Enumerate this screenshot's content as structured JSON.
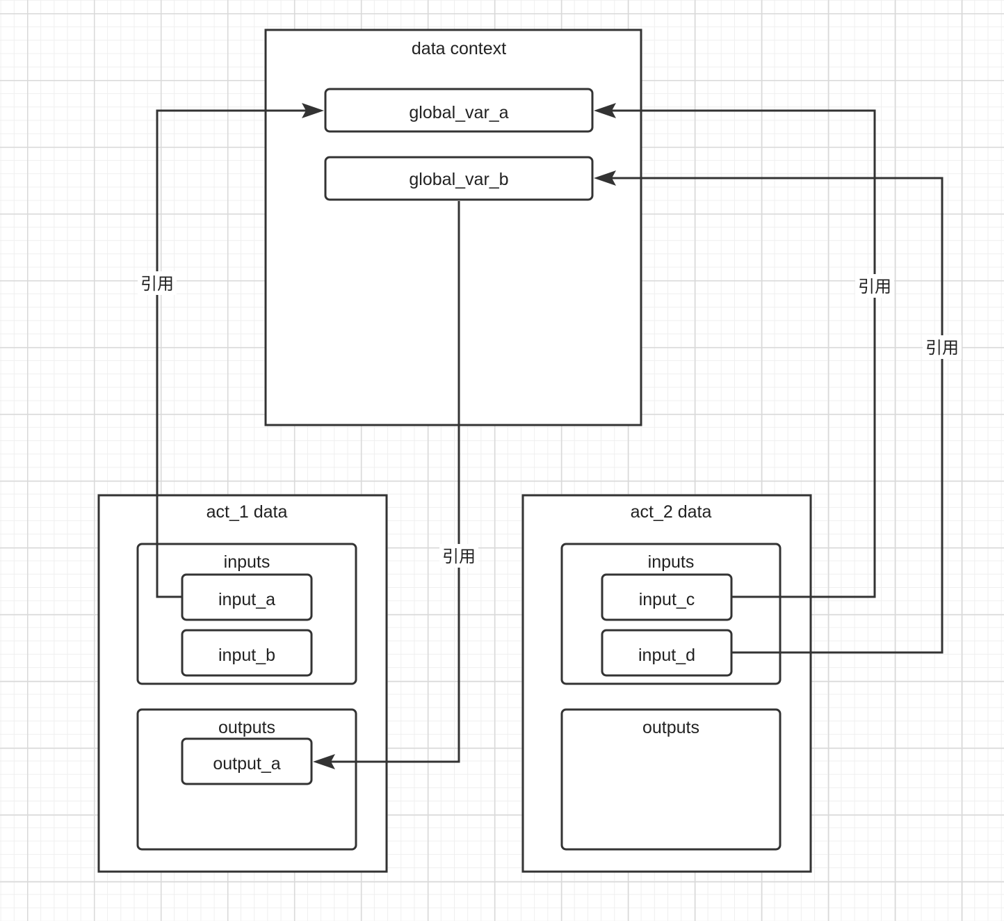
{
  "diagram": {
    "context": {
      "title": "data context",
      "global_var_a": "global_var_a",
      "global_var_b": "global_var_b"
    },
    "act_1": {
      "title": "act_1 data",
      "inputs_title": "inputs",
      "input_a": "input_a",
      "input_b": "input_b",
      "outputs_title": "outputs",
      "output_a": "output_a"
    },
    "act_2": {
      "title": "act_2 data",
      "inputs_title": "inputs",
      "input_c": "input_c",
      "input_d": "input_d",
      "outputs_title": "outputs"
    },
    "edges": {
      "input_a_to_global_var_a": "引用",
      "global_var_b_to_output_a": "引用",
      "input_c_to_global_var_a": "引用",
      "input_d_to_global_var_b": "引用"
    }
  }
}
